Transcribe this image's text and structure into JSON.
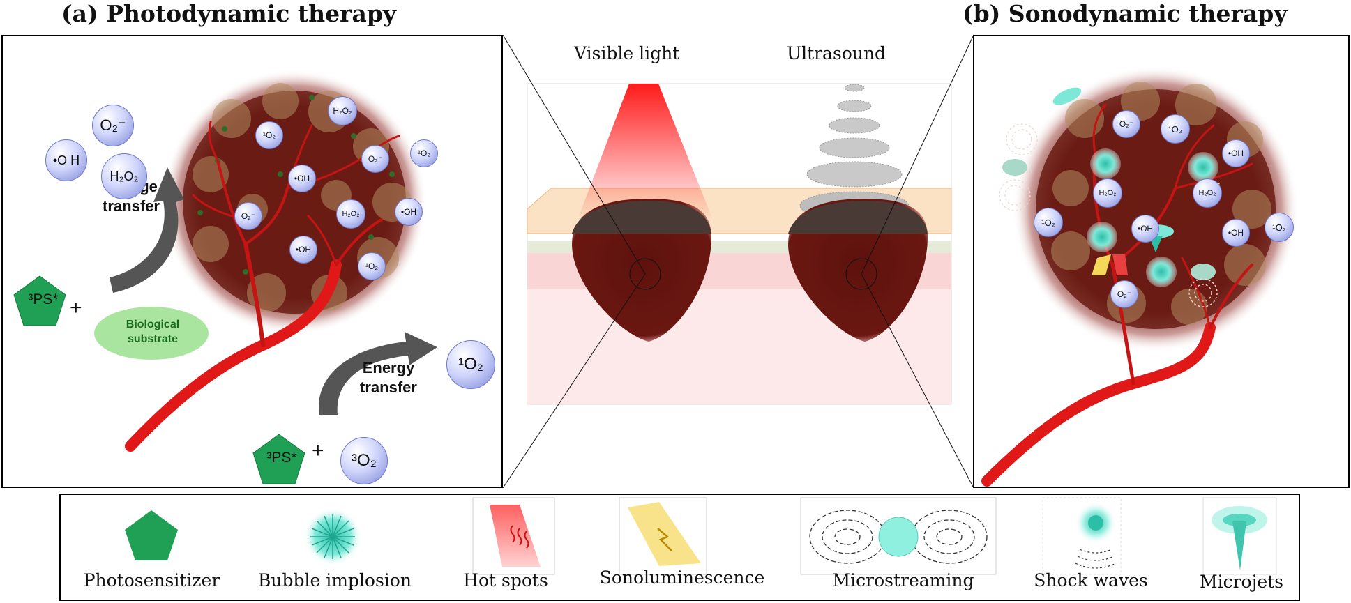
{
  "panels": {
    "a_title": "(a) Photodynamic therapy",
    "b_title": "(b) Sonodynamic therapy"
  },
  "center": {
    "visible_light": "Visible light",
    "ultrasound": "Ultrasound"
  },
  "pdt": {
    "charge_transfer_line1": "Charge",
    "charge_transfer_line2": "transfer",
    "energy_transfer_line1": "Energy",
    "energy_transfer_line2": "transfer",
    "ps_label": "³PS*",
    "plus": "+",
    "bio_line1": "Biological",
    "bio_line2": "substrate",
    "ros": {
      "superoxide": "O₂⁻",
      "hydroxyl": "•O H",
      "peroxide": "H₂O₂",
      "singlet": "¹O₂",
      "triplet": "³O₂"
    }
  },
  "tumor_ros": {
    "singlet": "¹O₂",
    "peroxide": "H₂O₂",
    "hydroxyl": "•OH",
    "superoxide": "O₂⁻"
  },
  "legend": {
    "photosensitizer": "Photosensitizer",
    "bubble_implosion": "Bubble implosion",
    "hot_spots": "Hot spots",
    "sonoluminescence": "Sonoluminescence",
    "microstreaming": "Microstreaming",
    "shock_waves": "Shock waves",
    "microjets": "Microjets"
  },
  "colors": {
    "photosensitizer": "#1fa055",
    "vessel": "#e01818",
    "tumor": "#6e1c14",
    "bubble": "#3fd1bd",
    "light": "#ff2020",
    "substrate": "#9be08e"
  }
}
